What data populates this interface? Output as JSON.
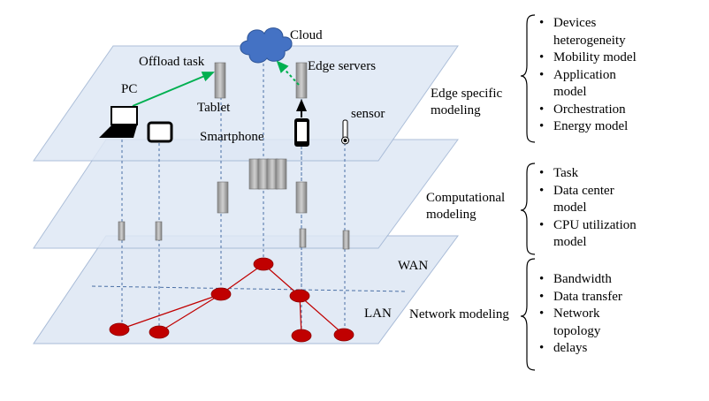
{
  "labels": {
    "cloud": "Cloud",
    "offload_task": "Offload task",
    "edge_servers": "Edge servers",
    "pc": "PC",
    "tablet": "Tablet",
    "smartphone": "Smartphone",
    "sensor": "sensor",
    "wan": "WAN",
    "lan": "LAN"
  },
  "layers": [
    {
      "title_lines": [
        "Edge specific",
        "modeling"
      ]
    },
    {
      "title_lines": [
        "Computational",
        "modeling"
      ]
    },
    {
      "title_lines": [
        "Network modeling"
      ]
    }
  ],
  "lists": [
    [
      "Devices heterogeneity",
      "Mobility model",
      "Application model",
      "Orchestration",
      "Energy model"
    ],
    [
      "Task",
      "Data center model",
      "CPU utilization model"
    ],
    [
      "Bandwidth",
      "Data transfer",
      "Network topology",
      "delays"
    ]
  ],
  "list_lines": [
    [
      [
        "Devices",
        "heterogeneity"
      ],
      [
        "Mobility model"
      ],
      [
        "Application",
        "model"
      ],
      [
        "Orchestration"
      ],
      [
        "Energy model"
      ]
    ],
    [
      [
        "Task"
      ],
      [
        "Data center",
        "model"
      ],
      [
        "CPU utilization",
        "model"
      ]
    ],
    [
      [
        "Bandwidth"
      ],
      [
        "Data transfer"
      ],
      [
        "Network",
        "topology"
      ],
      [
        "delays"
      ]
    ]
  ],
  "bullet_char": "•",
  "colors": {
    "plane_fill": "#dfe8f5",
    "plane_stroke": "#9fb4d3",
    "node_fill": "#c00000",
    "edge_line": "#c00000",
    "offload_arrow": "#00b050",
    "cloud_fill": "#4472c4",
    "server_fill": "#a6a6a6",
    "dash_line": "#4a6fa5"
  }
}
